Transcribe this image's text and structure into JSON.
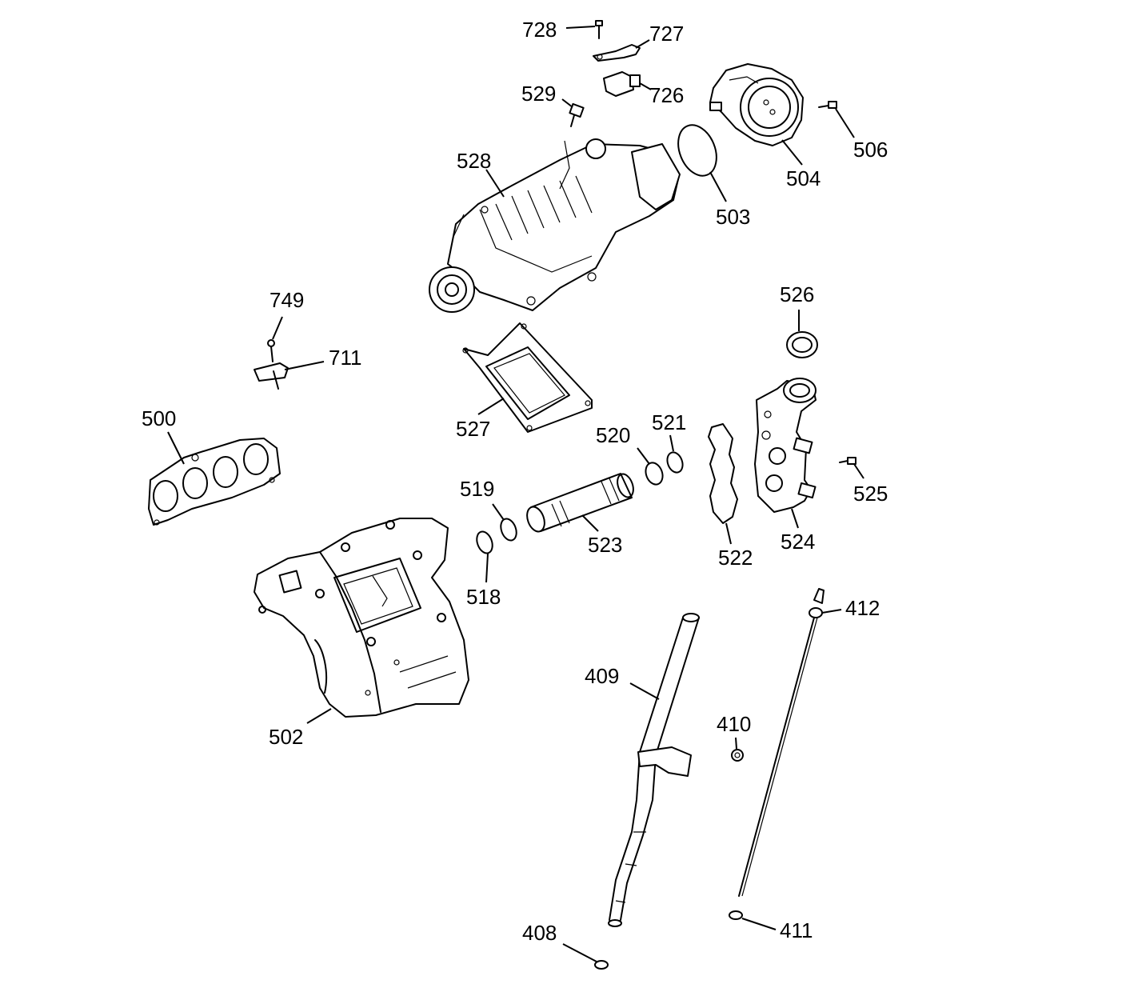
{
  "callouts": {
    "c728": "728",
    "c727": "727",
    "c726": "726",
    "c529": "529",
    "c506": "506",
    "c504": "504",
    "c503": "503",
    "c528": "528",
    "c749": "749",
    "c711": "711",
    "c526": "526",
    "c500": "500",
    "c527": "527",
    "c520": "520",
    "c521": "521",
    "c519": "519",
    "c523": "523",
    "c525": "525",
    "c524": "524",
    "c522": "522",
    "c518": "518",
    "c412": "412",
    "c409": "409",
    "c410": "410",
    "c502": "502",
    "c408": "408",
    "c411": "411"
  }
}
